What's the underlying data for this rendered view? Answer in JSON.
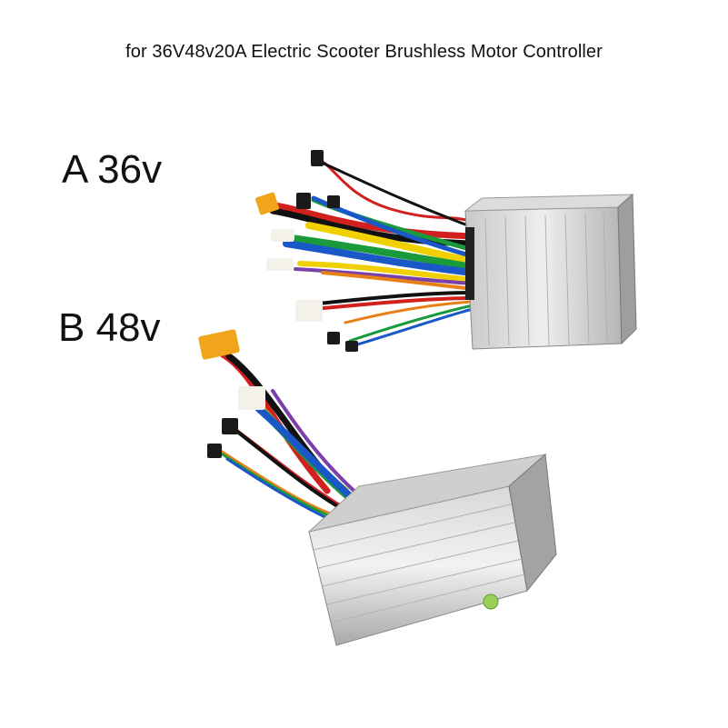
{
  "title": "for 36V48v20A Electric Scooter Brushless Motor Controller",
  "variants": [
    {
      "label": "A 36v"
    },
    {
      "label": "B 48v"
    }
  ]
}
